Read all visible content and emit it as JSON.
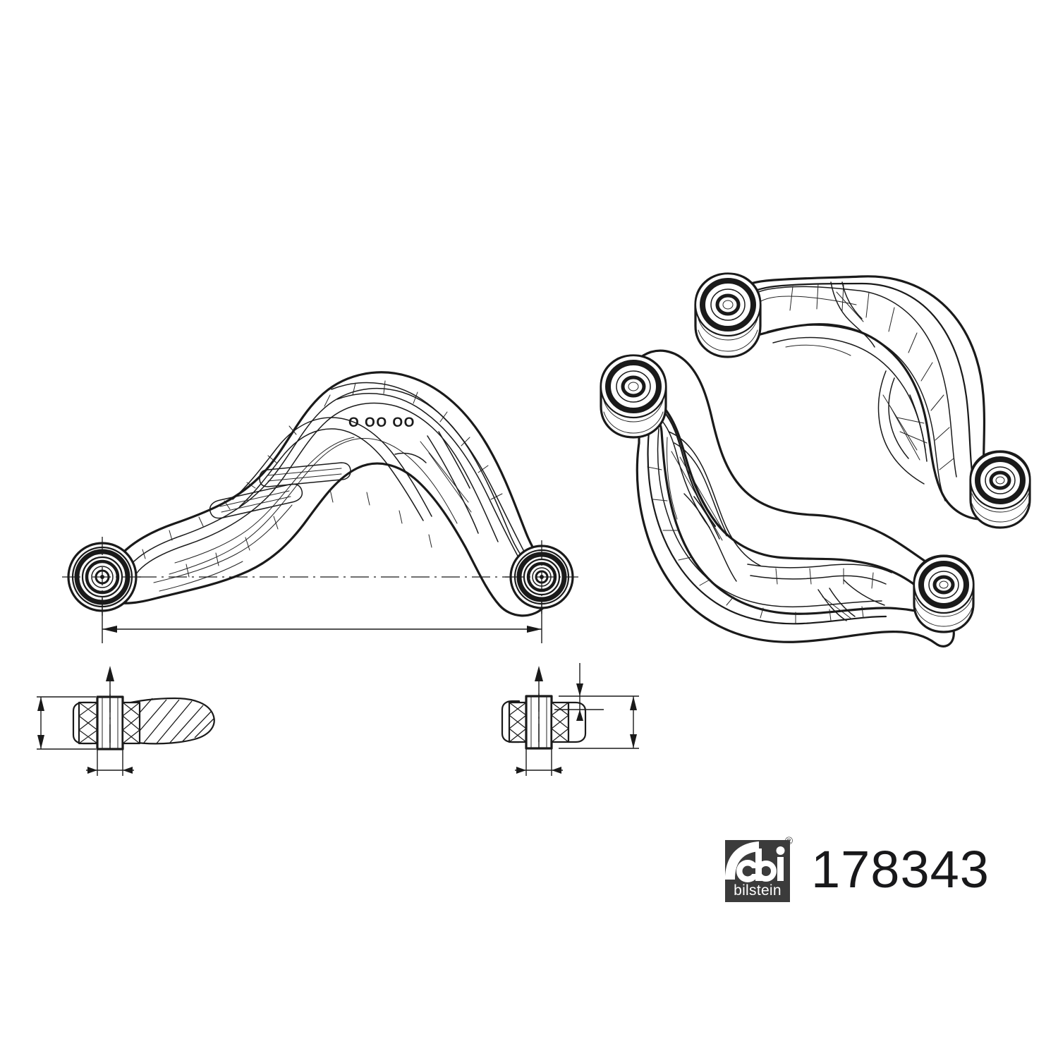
{
  "document": {
    "type": "technical-product-drawing",
    "subject": "suspension control arm (track control arm)",
    "background_color": "#ffffff",
    "line_color": "#1a1a1a"
  },
  "brand": {
    "logo_name": "febi-bilstein-logo",
    "logo_primary_text": "febi",
    "logo_secondary_text": "bilstein",
    "registered_symbol": "®",
    "logo_plate_color": "#3b3b3b",
    "logo_text_color": "#ffffff"
  },
  "part": {
    "number": "178343",
    "number_color": "#18181a"
  },
  "casting": {
    "marking_text": "O OO OO"
  },
  "views": {
    "main_side_view": {
      "name": "control-arm-side-view",
      "features": [
        "left-bushing-eye",
        "right-bushing-eye",
        "overall-length-dimension",
        "centerline",
        "casting-marking"
      ]
    },
    "isometric_upper": {
      "name": "control-arm-isometric-upper"
    },
    "isometric_lower": {
      "name": "control-arm-isometric-lower"
    },
    "detail_bushing_section": {
      "name": "bushing-section-detail-left",
      "features": [
        "height-dimension",
        "width-dimension",
        "section-hatching"
      ]
    },
    "detail_bushing_plain": {
      "name": "bushing-section-detail-right",
      "features": [
        "height-dimension",
        "width-dimension",
        "offset-dimension"
      ]
    }
  },
  "dimensions": {
    "overall_length_label": "",
    "bushing_height_label": "",
    "bushing_width_label": ""
  }
}
